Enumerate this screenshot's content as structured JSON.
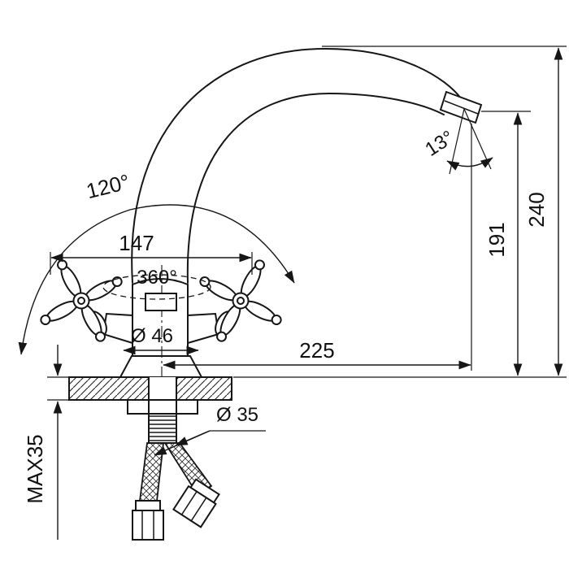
{
  "drawing": {
    "labels": {
      "handle_rotation_angle": "120°",
      "handle_span": "147",
      "swivel_angle": "360°",
      "base_diameter": "Ø 46",
      "spout_reach": "225",
      "aerator_angle": "13°",
      "spout_height": "191",
      "overall_height": "240",
      "shank_diameter": "Ø 35",
      "max_mounting_thickness": "MAX35"
    }
  }
}
